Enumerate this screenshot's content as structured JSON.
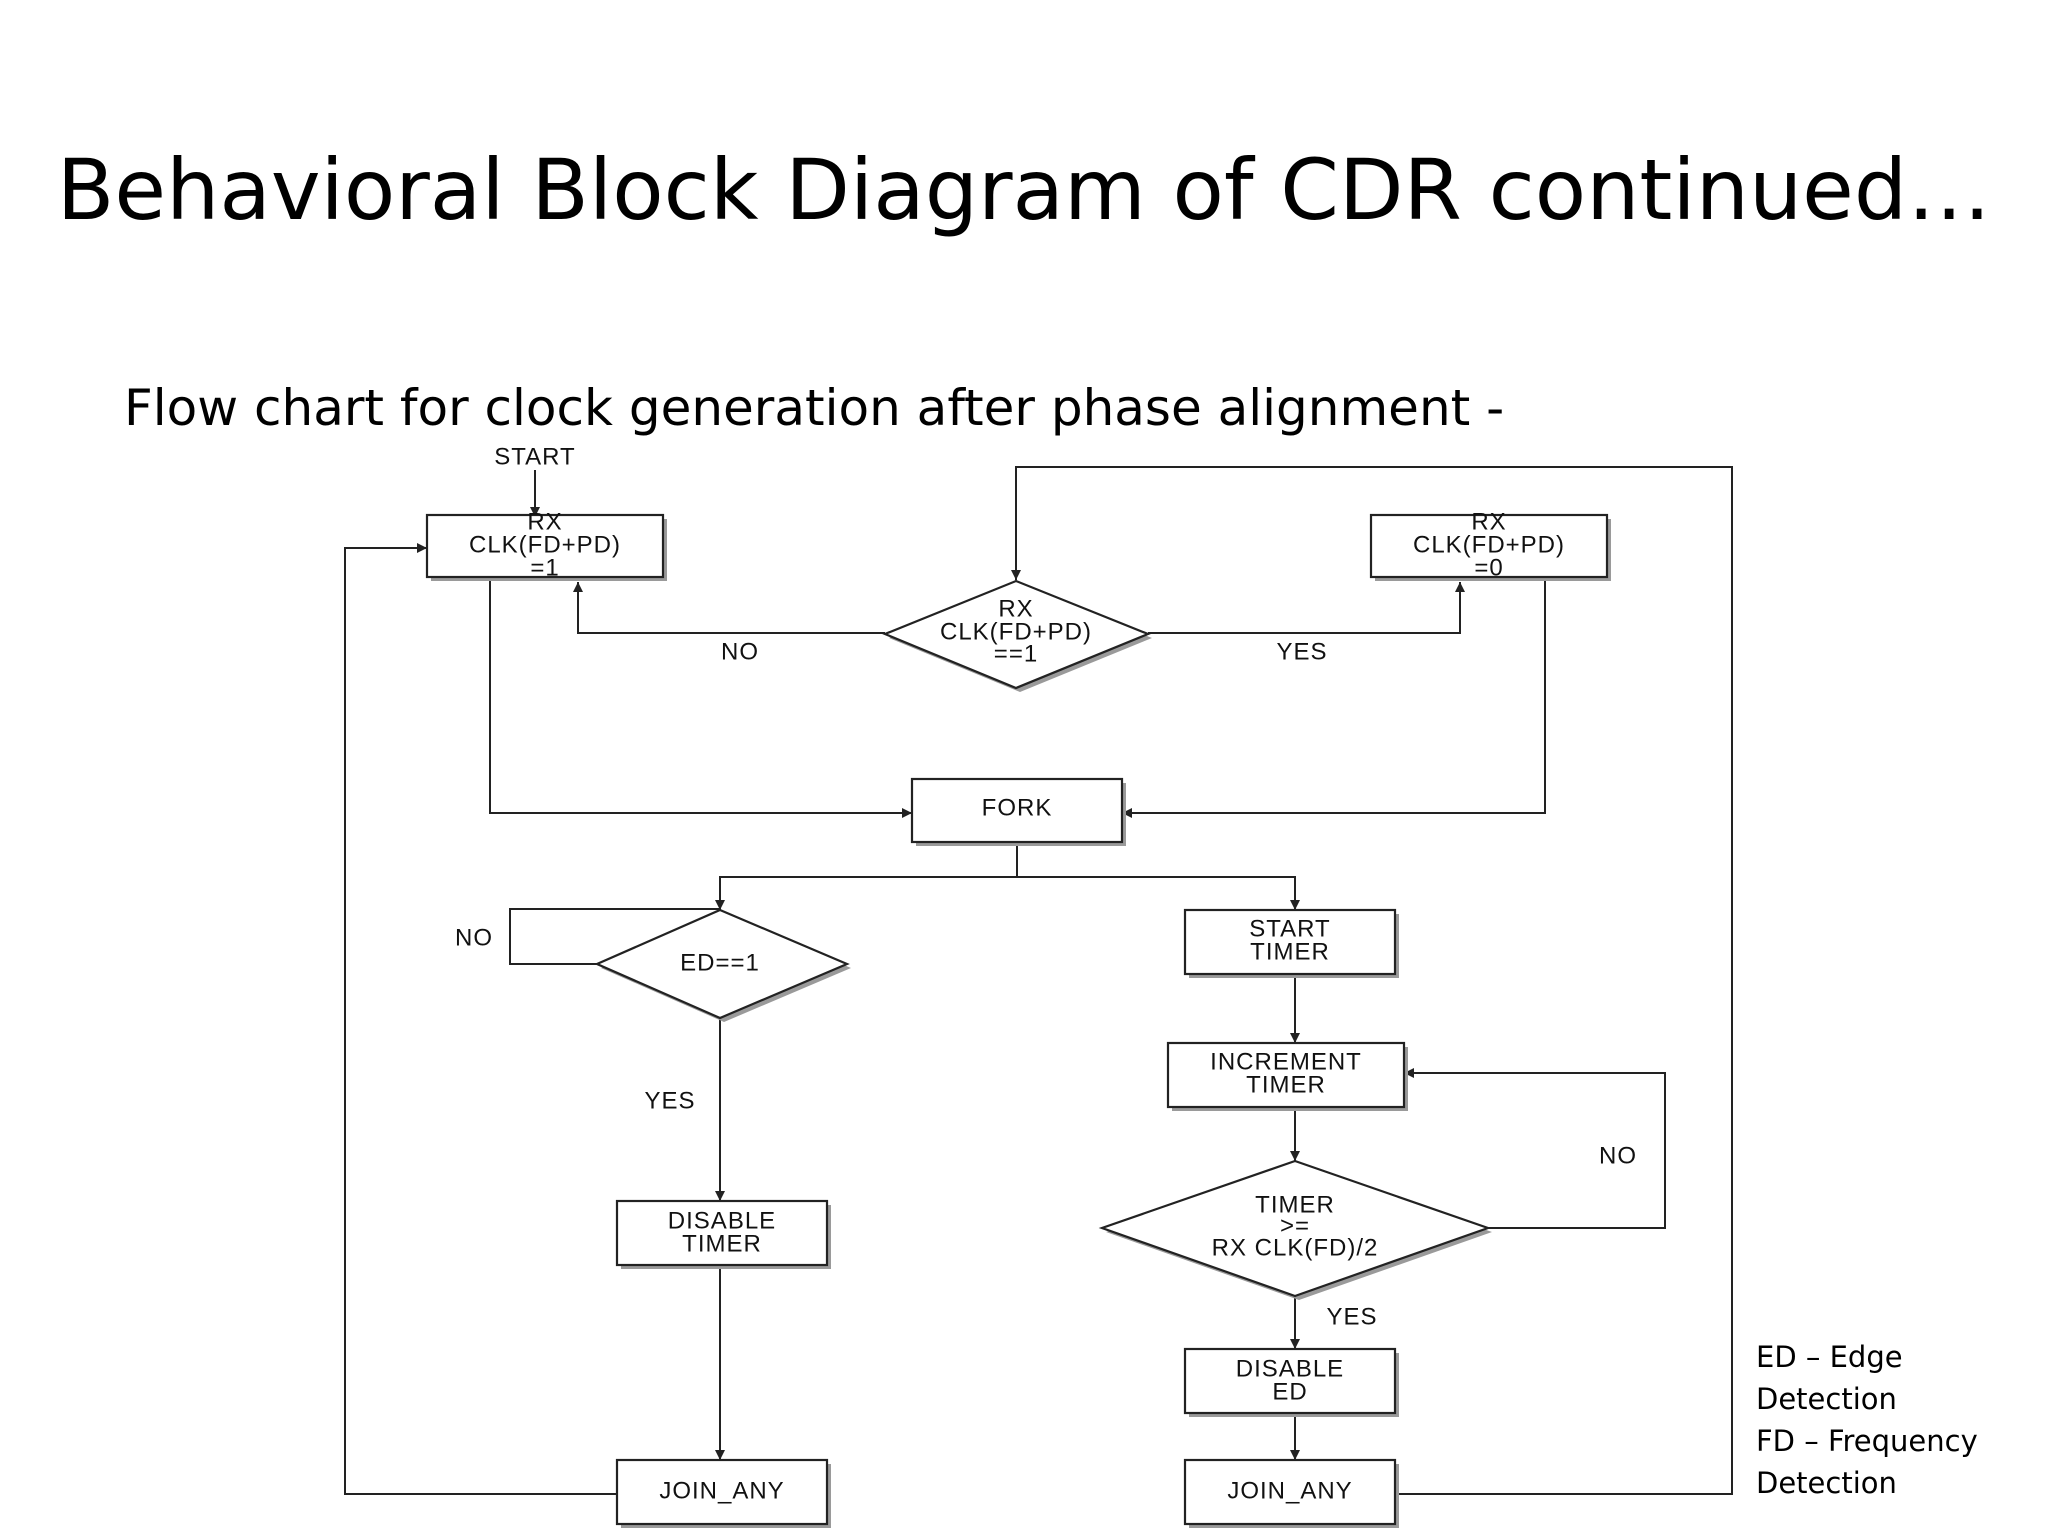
{
  "slide": {
    "title": "Behavioral Block Diagram of CDR continued…",
    "subtitle": "Flow chart for clock generation after phase alignment -"
  },
  "flowchart": {
    "start_label": "START",
    "nodes": {
      "rx_clk_set1": [
        "RX",
        "CLK(FD+PD)",
        "=1"
      ],
      "rx_clk_set0": [
        "RX",
        "CLK(FD+PD)",
        "=0"
      ],
      "rx_clk_check": [
        "RX",
        "CLK(FD+PD)",
        "==1"
      ],
      "fork": [
        "FORK"
      ],
      "ed_check": [
        "ED==1"
      ],
      "start_timer": [
        "START",
        "TIMER"
      ],
      "increment_timer": [
        "INCREMENT",
        "TIMER"
      ],
      "timer_check": [
        "TIMER",
        ">=",
        "RX CLK(FD)/2"
      ],
      "disable_timer": [
        "DISABLE",
        "TIMER"
      ],
      "disable_ed": [
        "DISABLE",
        "ED"
      ],
      "join_any_left": [
        "JOIN_ANY"
      ],
      "join_any_right": [
        "JOIN_ANY"
      ]
    },
    "edge_labels": {
      "rx_check_no": "NO",
      "rx_check_yes": "YES",
      "ed_no": "NO",
      "ed_yes": "YES",
      "timer_no": "NO",
      "timer_yes": "YES"
    }
  },
  "legend": {
    "ed": "ED – Edge Detection",
    "fd": "FD – Frequency Detection"
  }
}
